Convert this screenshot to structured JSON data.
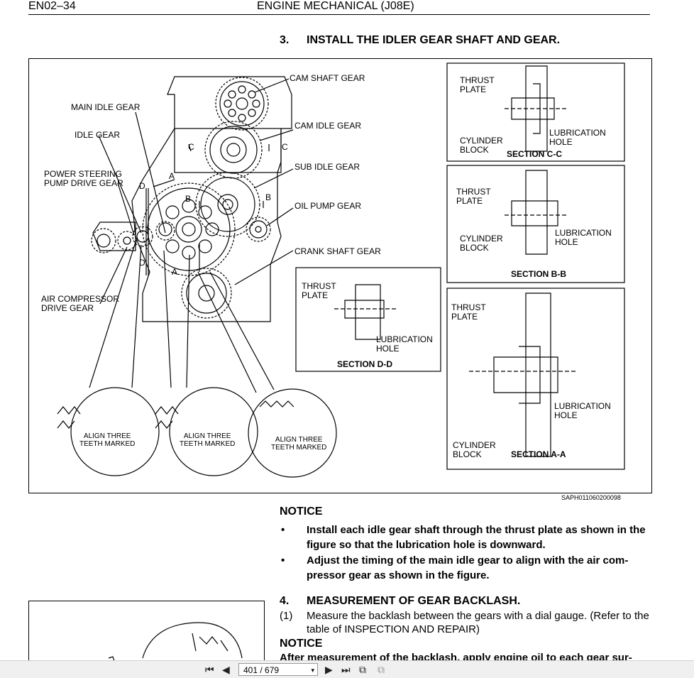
{
  "header": {
    "code": "EN02–34",
    "title": "ENGINE MECHANICAL (J08E)"
  },
  "step3": {
    "number": "3.",
    "title": "INSTALL THE IDLER GEAR SHAFT AND GEAR."
  },
  "main_figure": {
    "labels": {
      "cam_shaft_gear": "CAM SHAFT GEAR",
      "main_idle_gear": "MAIN IDLE GEAR",
      "idle_gear": "IDLE GEAR",
      "cam_idle_gear": "CAM IDLE GEAR",
      "power_steering": "POWER STEERING\nPUMP DRIVE GEAR",
      "sub_idle_gear": "SUB IDLE GEAR",
      "oil_pump_gear": "OIL PUMP GEAR",
      "crank_shaft_gear": "CRANK SHAFT GEAR",
      "air_compressor": "AIR COMPRESSOR\nDRIVE GEAR",
      "sec_a": "A",
      "sec_b": "B",
      "sec_c": "C",
      "sec_d": "D",
      "align_1": "ALIGN THREE\nTEETH MARKED",
      "align_2": "ALIGN THREE\nTEETH MARKED",
      "align_3": "ALIGN THREE\nTEETH MARKED"
    },
    "sections": {
      "cc": {
        "thrust": "THRUST\nPLATE",
        "cyl": "CYLINDER\nBLOCK",
        "lub": "LUBRICATION\nHOLE",
        "title": "SECTION C-C"
      },
      "bb": {
        "thrust": "THRUST\nPLATE",
        "cyl": "CYLINDER\nBLOCK",
        "lub": "LUBRICATION\nHOLE",
        "title": "SECTION B-B"
      },
      "dd": {
        "thrust": "THRUST\nPLATE",
        "lub": "LUBRICATION\nHOLE",
        "title": "SECTION D-D"
      },
      "aa": {
        "thrust": "THRUST\nPLATE",
        "cyl": "CYLINDER\nBLOCK",
        "lub": "LUBRICATION\nHOLE",
        "title": "SECTION A-A"
      }
    },
    "figure_id": "SAPH011060200098"
  },
  "notice1": {
    "title": "NOTICE",
    "bullets": [
      "Install each idle gear shaft through the thrust plate as shown in the figure so that the lubrication hole is downward.",
      "Adjust the timing of the main idle gear to align with the air com-pressor gear as shown in the figure."
    ]
  },
  "step4": {
    "number": "4.",
    "title": "MEASUREMENT OF GEAR BACKLASH.",
    "sub_number": "(1)",
    "sub_text": "Measure the backlash between the gears with a dial gauge. (Refer to the table of INSPECTION AND REPAIR)"
  },
  "notice2": {
    "title": "NOTICE",
    "text": "After measurement of the backlash, apply engine oil to each gear sur-"
  },
  "viewer": {
    "page": "401 / 679"
  }
}
